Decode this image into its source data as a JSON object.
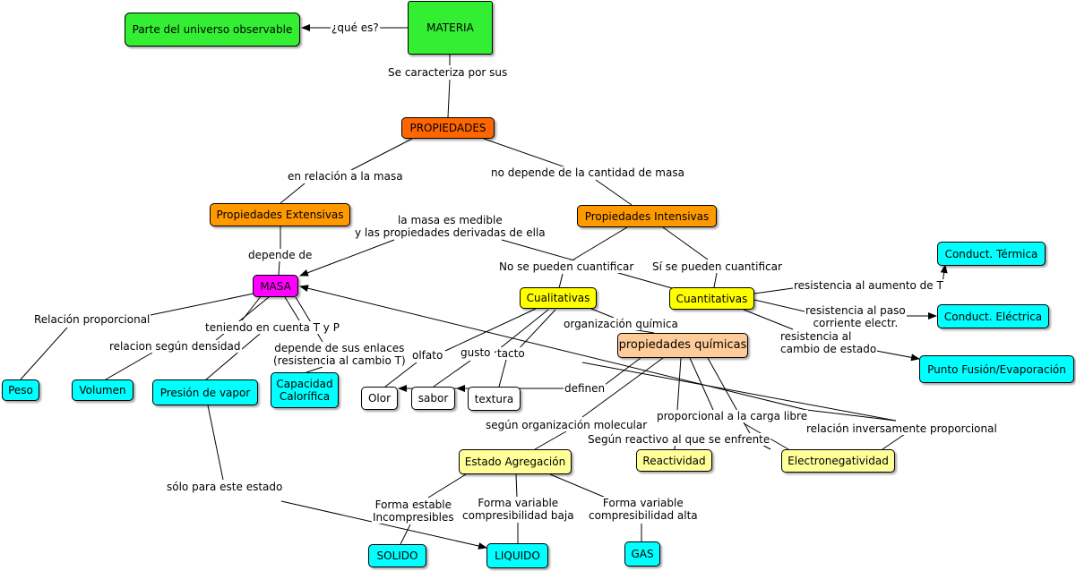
{
  "colors": {
    "green": "#33ee33",
    "orange_red": "#ff6600",
    "orange": "#ff9900",
    "magenta": "#ff00ff",
    "yellow": "#ffff00",
    "peach": "#ffcc99",
    "light_yellow": "#ffff99",
    "cyan": "#00ffff",
    "white": "#ffffff"
  },
  "nodes": {
    "materia": "MATERIA",
    "universo": "Parte del universo observable",
    "propiedades": "PROPIEDADES",
    "extensivas": "Propiedades Extensivas",
    "intensivas": "Propiedades Intensivas",
    "masa": "MASA",
    "cualitativas": "Cualitativas",
    "cuantitativas": "Cuantitativas",
    "prop_quimicas": "propiedades químicas",
    "cond_termica": "Conduct. Térmica",
    "cond_electrica": "Conduct. Eléctrica",
    "punto_fusion": "Punto Fusión/Evaporación",
    "peso": "Peso",
    "volumen": "Volumen",
    "presion_vapor": "Presión de vapor",
    "capacidad_calorifica": "Capacidad\nCalorífica",
    "olor": "Olor",
    "sabor": "sabor",
    "textura": "textura",
    "estado_agregacion": "Estado Agregación",
    "reactividad": "Reactividad",
    "electronegatividad": "Electronegatividad",
    "solido": "SOLIDO",
    "liquido": "LIQUIDO",
    "gas": "GAS"
  },
  "links": {
    "que_es": "¿qué es?",
    "caracteriza": "Se caracteriza por sus",
    "relacion_masa": "en relación a la masa",
    "no_depende": "no depende de la cantidad de masa",
    "masa_medible": "la masa es medible\ny las propiedades derivadas de ella",
    "depende_de": "depende de",
    "no_cuantificar": "No se pueden cuantificar",
    "si_cuantificar": "Sí se pueden cuantificar",
    "resistencia_T": "resistencia al aumento de T",
    "resistencia_paso": "resistencia al paso\ncorriente electr.",
    "resistencia_cambio": "resistencia al\ncambio de estado",
    "relacion_proporcional": "Relación proporcional",
    "teniendo_cuenta": "teniendo en cuenta T y P",
    "relacion_densidad": "relacion según densidad",
    "enlaces": "depende de sus enlaces\n(resistencia al cambio T)",
    "organizacion_quimica": "organización química",
    "olfato": "olfato",
    "gusto": "gusto",
    "tacto": "tacto",
    "definen": "definen",
    "proporcional_carga": "proporcional a la carga libre",
    "relacion_inversa": "relación inversamente proporcional",
    "organizacion_molecular": "según organización molecular",
    "segun_reactivo": "Según reactivo al que se enfrente",
    "solo_estado": "sólo para este estado",
    "forma_estable": "Forma estable\nIncompresibles",
    "forma_variable_baja": "Forma variable\ncompresibilidad baja",
    "forma_variable_alta": "Forma variable\ncompresibilidad alta"
  }
}
